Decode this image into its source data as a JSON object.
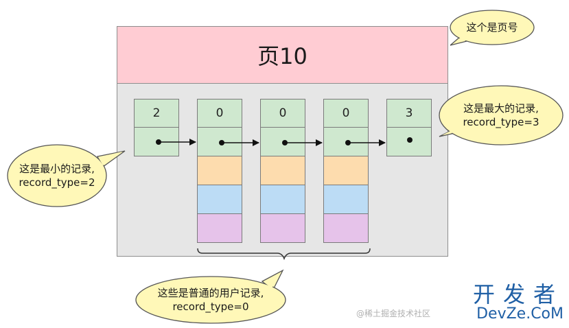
{
  "page": {
    "title": "页10"
  },
  "records": [
    {
      "id": "min",
      "value": "2"
    },
    {
      "id": "user1",
      "value": "0"
    },
    {
      "id": "user2",
      "value": "0"
    },
    {
      "id": "user3",
      "value": "0"
    },
    {
      "id": "max",
      "value": "3"
    }
  ],
  "callouts": {
    "page_number": {
      "text": "这个是页号"
    },
    "max_record": {
      "line1": "这是最大的记录,",
      "line2": "record_type=3"
    },
    "min_record": {
      "line1": "这是最小的记录,",
      "line2": "record_type=2"
    },
    "user_records": {
      "line1": "这些是普通的用户记录,",
      "line2": "record_type=0"
    }
  },
  "watermark": {
    "cn": "开发者",
    "en": "DevZe.CoM",
    "handle": "@稀土掘金技术社区"
  },
  "colors": {
    "header": "#ffccd3",
    "body": "#e6e6e6",
    "green": "#cfe8cf",
    "orange": "#fddcae",
    "blue": "#bcdcf5",
    "purple": "#e6c3ea",
    "bubble": "#fff8b8",
    "bubble_stroke": "#555555",
    "watermark": "#1f5fa5"
  }
}
